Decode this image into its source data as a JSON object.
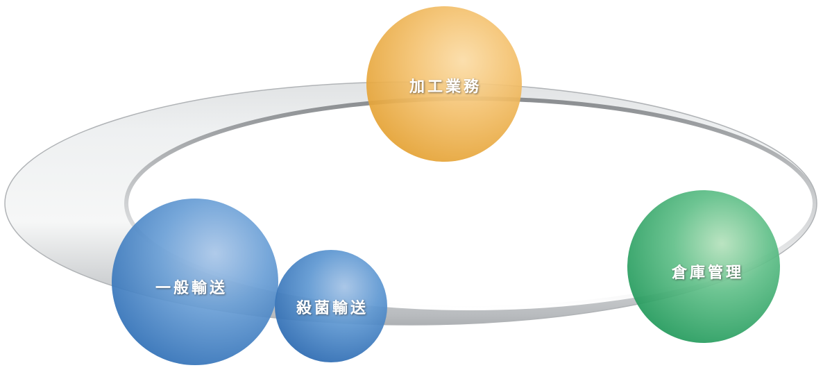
{
  "nodes": {
    "processing": {
      "label": "加工業務",
      "color": "#ecaa3e"
    },
    "warehouse": {
      "label": "倉庫管理",
      "color": "#2ea96a"
    },
    "general": {
      "label": "一般輸送",
      "color": "#3b7fc4"
    },
    "sterile": {
      "label": "殺菌輸送",
      "color": "#3b7fc4"
    }
  },
  "ring_color": "#8d9093"
}
